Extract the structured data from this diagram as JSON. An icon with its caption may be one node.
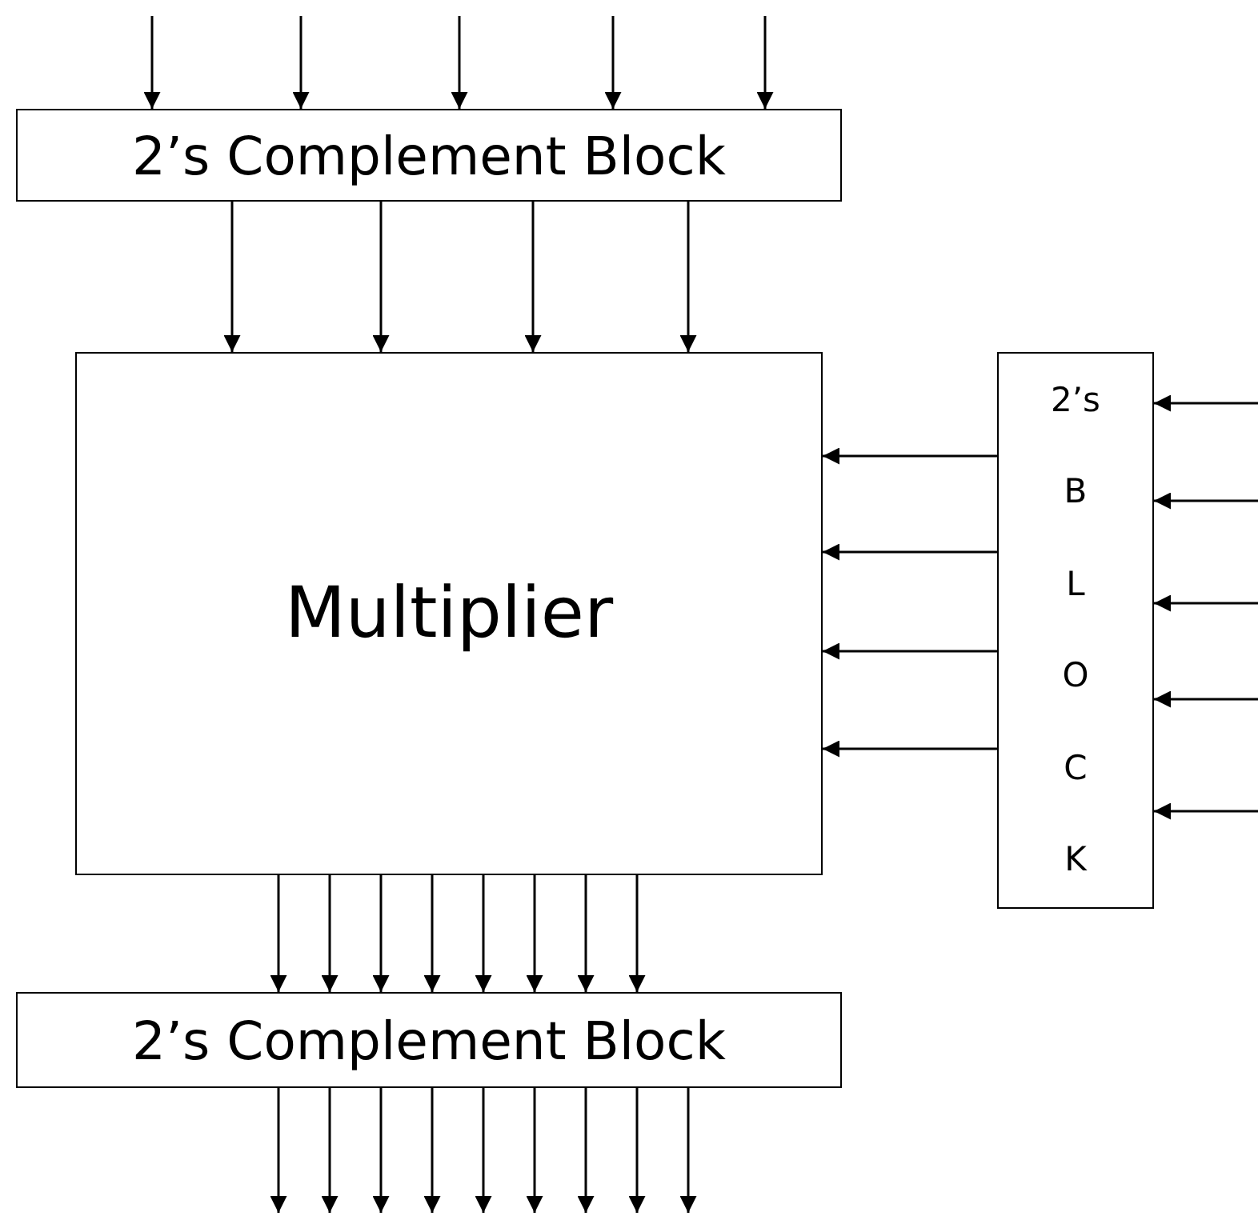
{
  "diagram": {
    "nodes": [
      {
        "text": [
          "2’s Complement Block"
        ]
      },
      {
        "text": [
          "Multiplier"
        ]
      },
      {
        "text": [
          "2’s B L O C K"
        ]
      },
      {
        "text": [
          "2’s Complement Block"
        ]
      }
    ],
    "edges": [
      {
        "from": null,
        "to": 0,
        "arrow": "to"
      },
      {
        "from": null,
        "to": 0,
        "arrow": "to"
      },
      {
        "from": null,
        "to": 0,
        "arrow": "to"
      },
      {
        "from": null,
        "to": 0,
        "arrow": "to"
      },
      {
        "from": null,
        "to": 0,
        "arrow": "to"
      },
      {
        "from": 0,
        "to": 1,
        "arrow": "to"
      },
      {
        "from": 0,
        "to": 1,
        "arrow": "to"
      },
      {
        "from": 0,
        "to": 1,
        "arrow": "to"
      },
      {
        "from": 0,
        "to": 1,
        "arrow": "to"
      },
      {
        "from": 2,
        "to": 1,
        "arrow": "to"
      },
      {
        "from": 2,
        "to": 1,
        "arrow": "to"
      },
      {
        "from": 2,
        "to": 1,
        "arrow": "to"
      },
      {
        "from": 2,
        "to": 1,
        "arrow": "to"
      },
      {
        "from": null,
        "to": 2,
        "arrow": "to"
      },
      {
        "from": null,
        "to": 2,
        "arrow": "to"
      },
      {
        "from": null,
        "to": 2,
        "arrow": "to"
      },
      {
        "from": null,
        "to": 2,
        "arrow": "to"
      },
      {
        "from": null,
        "to": 2,
        "arrow": "to"
      },
      {
        "from": 1,
        "to": 3,
        "arrow": "to"
      },
      {
        "from": 1,
        "to": 3,
        "arrow": "to"
      },
      {
        "from": 1,
        "to": 3,
        "arrow": "to"
      },
      {
        "from": 1,
        "to": 3,
        "arrow": "to"
      },
      {
        "from": 1,
        "to": 3,
        "arrow": "to"
      },
      {
        "from": 1,
        "to": 3,
        "arrow": "to"
      },
      {
        "from": 1,
        "to": 3,
        "arrow": "to"
      },
      {
        "from": 1,
        "to": 3,
        "arrow": "to"
      },
      {
        "from": 3,
        "to": null,
        "arrow": "to"
      },
      {
        "from": 3,
        "to": null,
        "arrow": "to"
      },
      {
        "from": 3,
        "to": null,
        "arrow": "to"
      },
      {
        "from": 3,
        "to": null,
        "arrow": "to"
      },
      {
        "from": 3,
        "to": null,
        "arrow": "to"
      },
      {
        "from": 3,
        "to": null,
        "arrow": "to"
      },
      {
        "from": 3,
        "to": null,
        "arrow": "to"
      },
      {
        "from": 3,
        "to": null,
        "arrow": "to"
      },
      {
        "from": 3,
        "to": null,
        "arrow": "to"
      }
    ]
  }
}
